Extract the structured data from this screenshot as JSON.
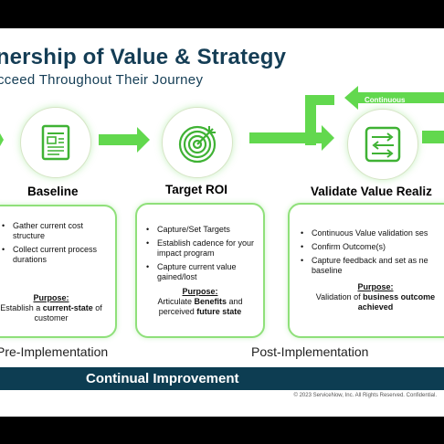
{
  "slide": {
    "title": "rtnership of Value & Strategy",
    "subtitle": "cceed Throughout Their Journey",
    "continuous_label": "Continuous",
    "stages": [
      {
        "title": "Baseline",
        "icon": "document-icon",
        "bullets": [
          "Gather current cost structure",
          "Collect current process durations"
        ],
        "purpose_label": "Purpose:",
        "purpose_pre": "Establish a ",
        "purpose_bold": "current-state",
        "purpose_post": " of customer"
      },
      {
        "title": "Target ROI",
        "icon": "target-icon",
        "bullets": [
          "Capture/Set Targets",
          "Establish cadence for your impact program",
          "Capture current value gained/lost"
        ],
        "purpose_label": "Purpose:",
        "purpose_pre": "Articulate ",
        "purpose_bold": "Benefits",
        "purpose_mid": " and perceived ",
        "purpose_bold2": "future state"
      },
      {
        "title": "Validate Value Realiz",
        "icon": "checklist-arrows-icon",
        "bullets": [
          "Continuous Value validation ses",
          "Confirm Outcome(s)",
          "Capture feedback and set as ne baseline"
        ],
        "purpose_label": "Purpose:",
        "purpose_pre": "Validation of ",
        "purpose_bold": "business outcome",
        "purpose_bold2": "achieved"
      }
    ],
    "phases": {
      "pre": "Pre-Implementation",
      "post": "Post-Implementation"
    },
    "bar_label": "Continual Improvement",
    "copyright": "© 2023 ServiceNow, Inc. All Rights Reserved. Confidential."
  },
  "colors": {
    "accent_green": "#62d84e",
    "navy": "#0d3d52",
    "title_navy": "#143d55"
  }
}
